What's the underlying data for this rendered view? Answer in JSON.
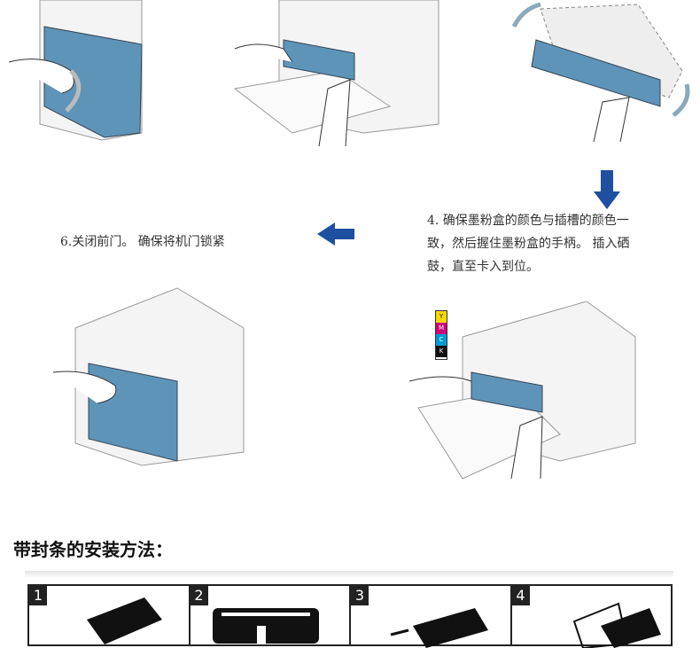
{
  "steps": {
    "step4": "4. 确保墨粉盒的颜色与插槽的颜色一致，然后握住墨粉盒的手柄。 插入硒鼓，直至卡入到位。",
    "step6": "6.关闭前门。 确保将机门锁紧"
  },
  "cartridge_label": [
    "Y",
    "M",
    "C",
    "K"
  ],
  "section": {
    "heading": "带封条的安装方法：",
    "panels": [
      "1",
      "2",
      "3",
      "4"
    ]
  },
  "colors": {
    "accent": "#1e4fa0",
    "panel_blue": "#3f7fa8"
  }
}
